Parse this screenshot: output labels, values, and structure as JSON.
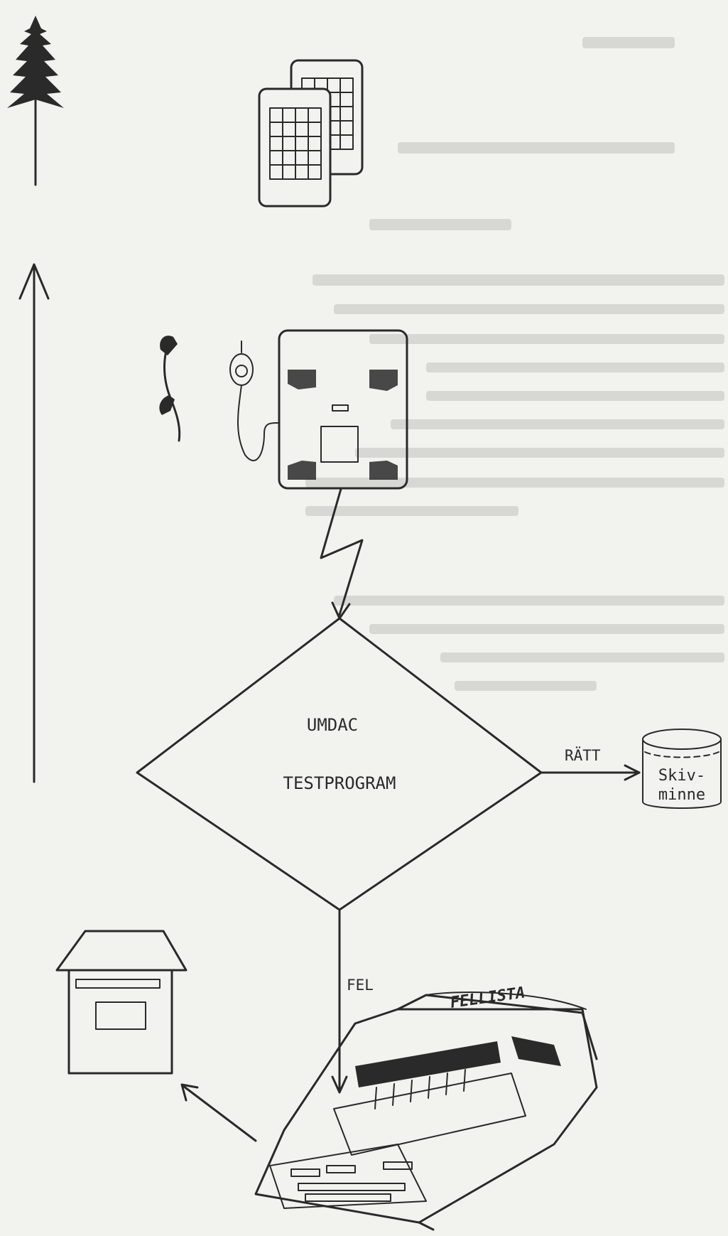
{
  "diagram": {
    "center_box": {
      "line1": "UMDAC",
      "line2": "TESTPROGRAM"
    },
    "branch_right_label": "RÄTT",
    "branch_down_label": "FEL",
    "disk": {
      "line1": "Skiv-",
      "line2": "minne"
    },
    "printer_paper_label": "FELLISTA"
  },
  "colors": {
    "ink": "#2a2a2a",
    "paper": "#f2f2ef",
    "ghost_text": "#d7d7d3"
  }
}
